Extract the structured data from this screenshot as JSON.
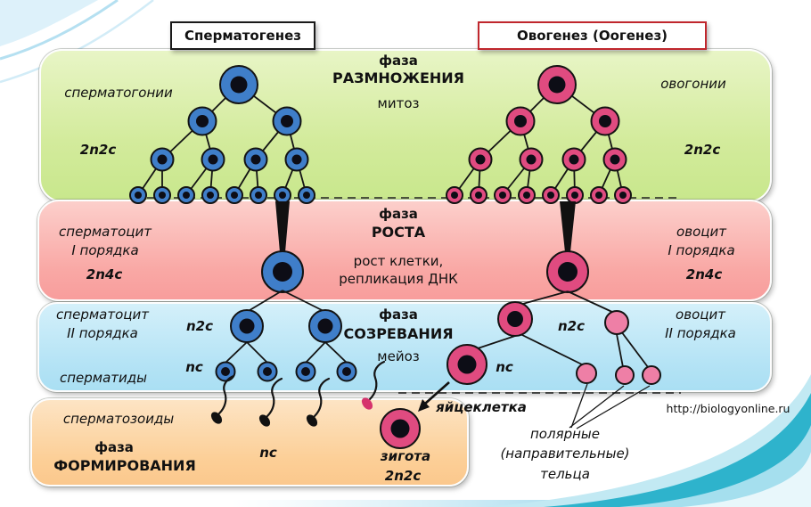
{
  "title_boxes": {
    "spermatogenesis": "Сперматогенез",
    "oogenesis": "Овогенез (Оогенез)"
  },
  "phases": {
    "reproduction": {
      "prefix": "фаза",
      "name": "РАЗМНОЖЕНИЯ",
      "process": "митоз"
    },
    "growth": {
      "prefix": "фаза",
      "name": "РОСТА",
      "process_line1": "рост клетки,",
      "process_line2": "репликация ДНК"
    },
    "maturation": {
      "prefix": "фаза",
      "name": "СОЗРЕВАНИЯ",
      "process": "мейоз"
    },
    "formation": {
      "prefix": "фаза",
      "name": "ФОРМИРОВАНИЯ"
    }
  },
  "spermatogenesis": {
    "spermatogonia": "сперматогонии",
    "spermatogonia_ploidy": "2n2c",
    "spermatocyte1_line1": "сперматоцит",
    "spermatocyte1_line2": "I порядка",
    "spermatocyte1_ploidy": "2n4c",
    "spermatocyte2_line1": "сперматоцит",
    "spermatocyte2_line2": "II порядка",
    "spermatocyte2_ploidy": "n2c",
    "spermatids": "сперматиды",
    "spermatids_ploidy": "nc",
    "spermatozoa": "сперматозоиды",
    "spermatozoa_ploidy": "nc"
  },
  "oogenesis": {
    "oogonia": "овогонии",
    "oogonia_ploidy": "2n2c",
    "oocyte1_line1": "овоцит",
    "oocyte1_line2": "I порядка",
    "oocyte1_ploidy": "2n4c",
    "oocyte2_line1": "овоцит",
    "oocyte2_line2": "II порядка",
    "oocyte2_ploidy": "n2c",
    "oocyte2_nc": "nc",
    "egg": "яйцеклетка",
    "zygote": "зигота",
    "zygote_ploidy": "2n2c",
    "polar_bodies_line1": "полярные",
    "polar_bodies_line2": "(направительные)",
    "polar_bodies_line3": "тельца"
  },
  "watermark": "http://biologyonline.ru",
  "colors": {
    "sperm_cell_fill": "#3f7ec9",
    "ovum_cell_fill": "#e04b80",
    "polar_body_fill": "#ee7fa6",
    "nucleus": "#0d0d16",
    "band_reproduction": "#d3eb9c",
    "band_growth": "#f9a8a5",
    "band_maturation": "#b4e3f5",
    "band_formation": "#fccf97",
    "oogenesis_box_border": "#c0272d",
    "corner_teal": "#2eb3cc"
  }
}
